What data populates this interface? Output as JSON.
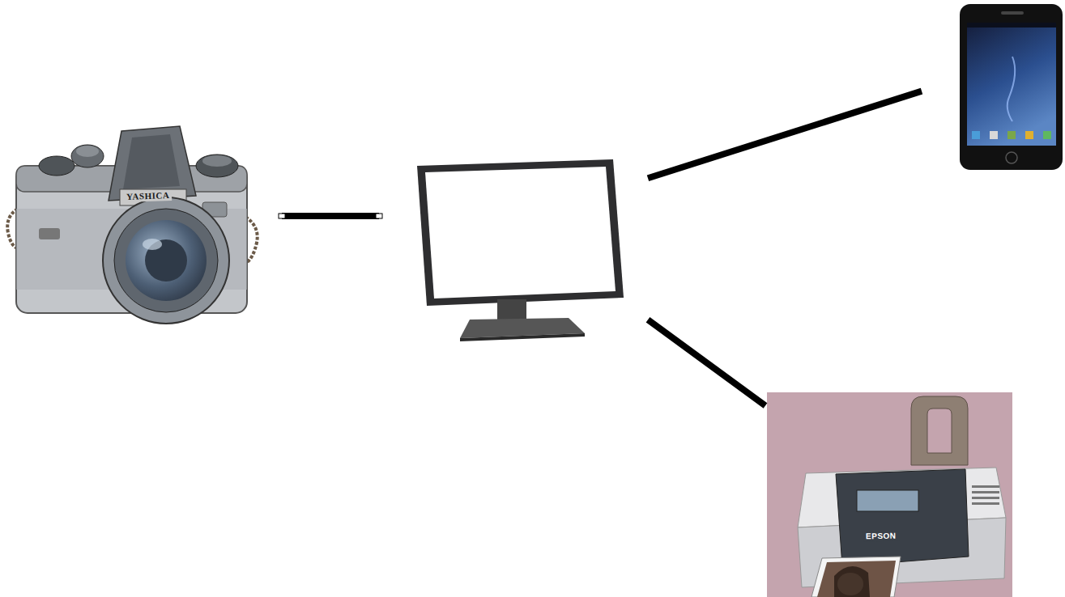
{
  "diagram": {
    "nodes": [
      {
        "text": [
          "YASHICA"
        ]
      },
      {
        "text": []
      },
      {
        "text": []
      },
      {
        "text": [
          "EPSON"
        ]
      }
    ],
    "edges": [
      {
        "from": 0,
        "to": 1,
        "arrow": "none"
      },
      {
        "from": 1,
        "to": 2,
        "arrow": "none"
      },
      {
        "from": 1,
        "to": 3,
        "arrow": "none"
      }
    ]
  }
}
